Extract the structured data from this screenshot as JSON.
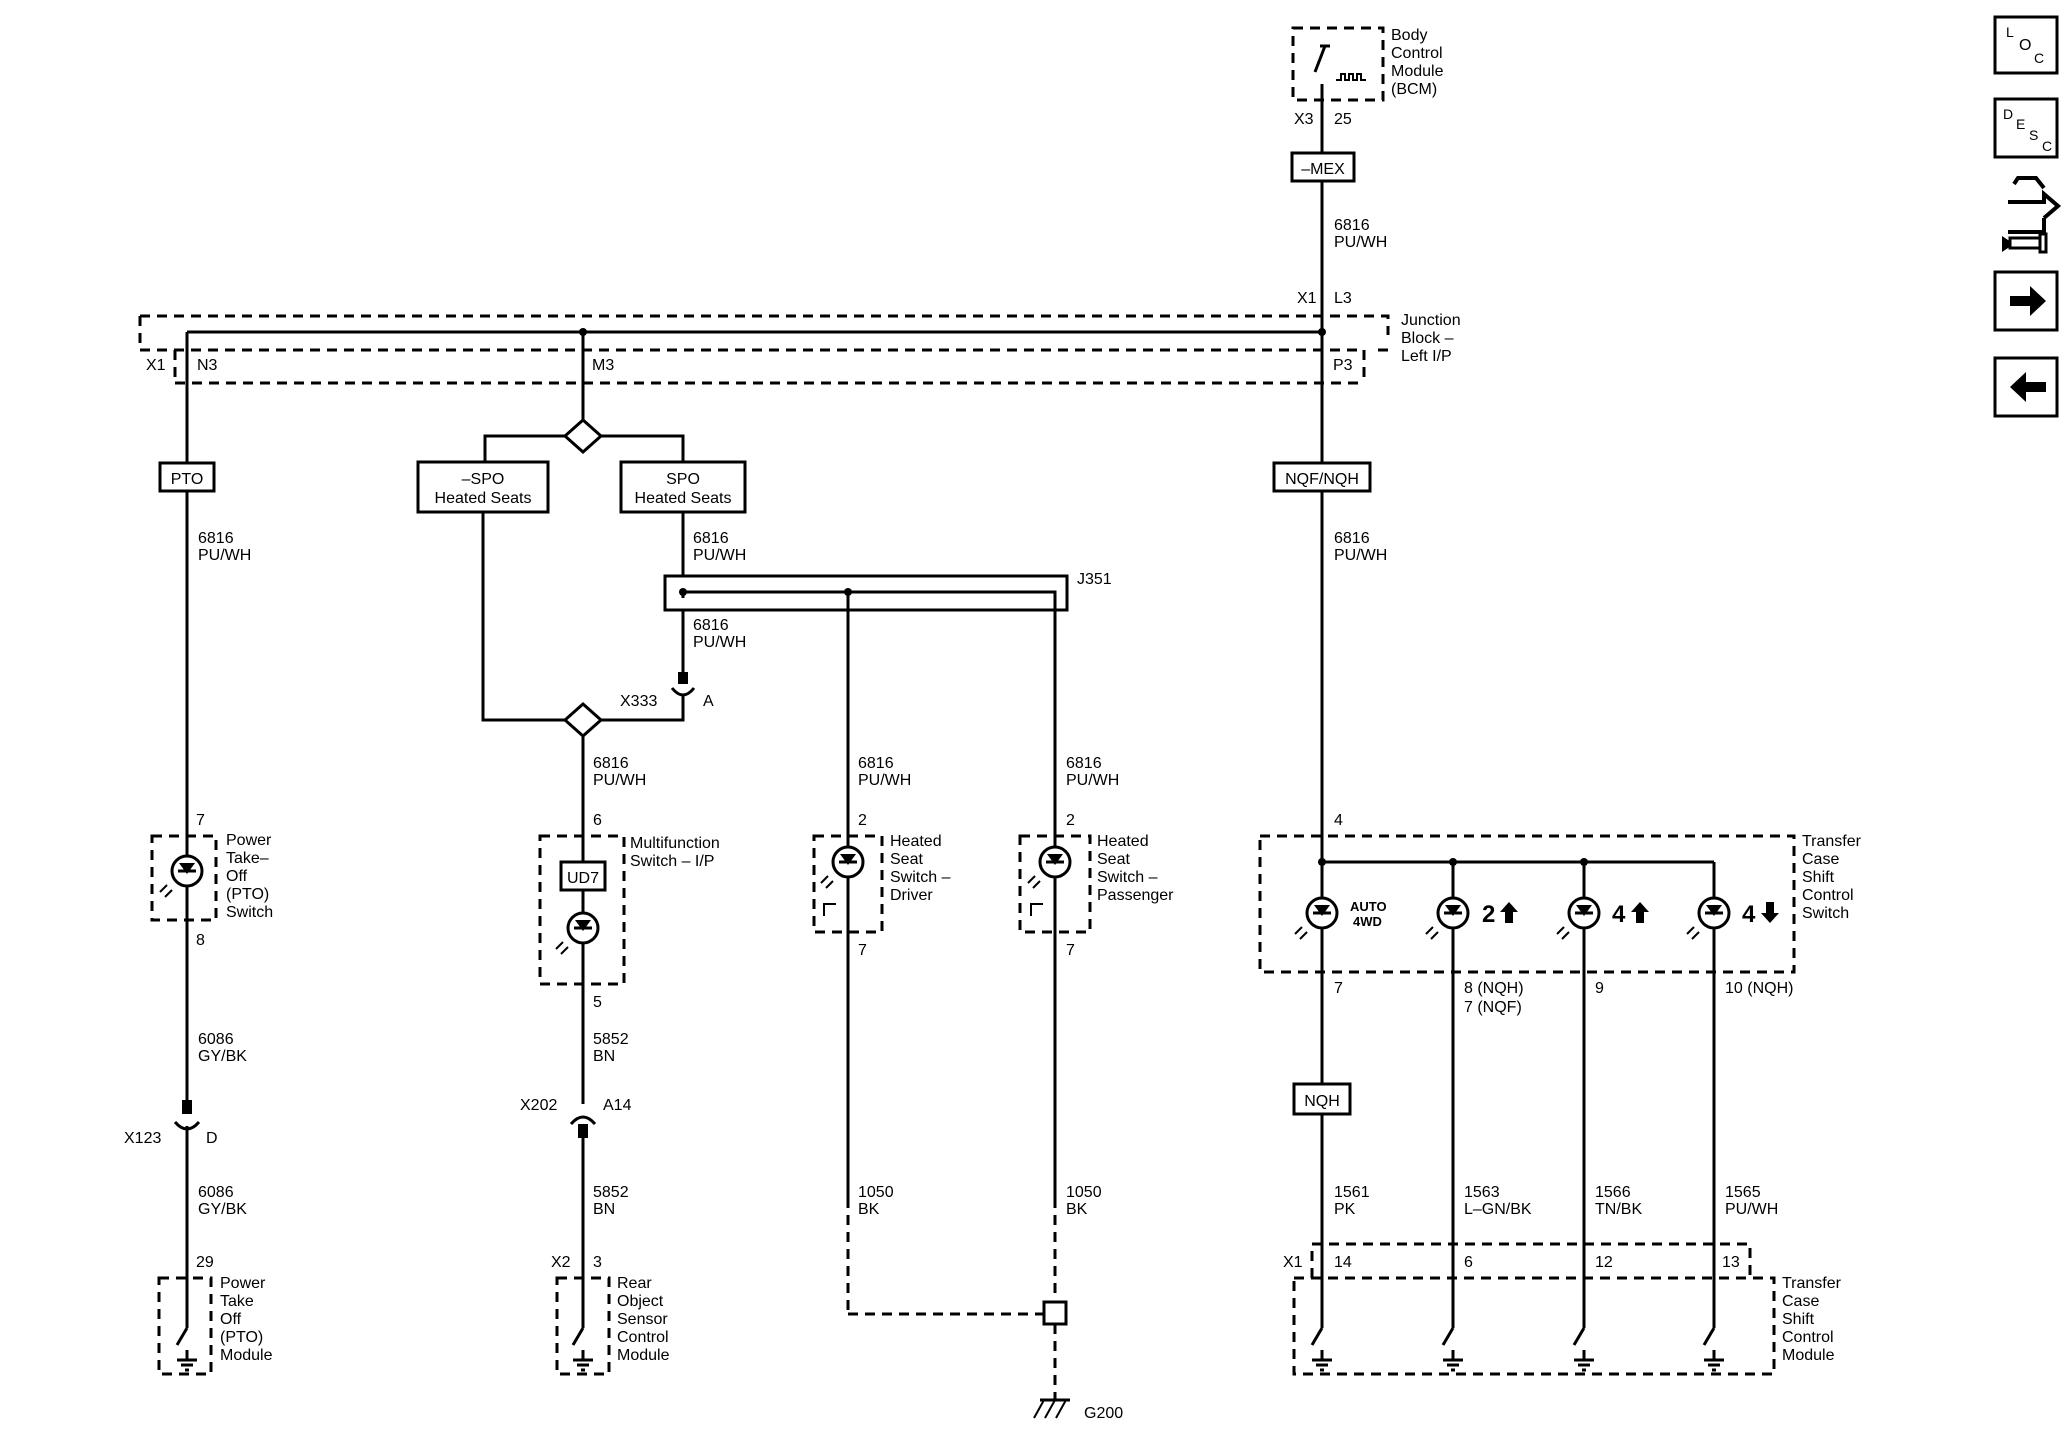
{
  "components": {
    "bcm": {
      "lines": [
        "Body",
        "Control",
        "Module",
        "(BCM)"
      ],
      "conn": "X3",
      "pin": "25"
    },
    "junction_block": {
      "lines": [
        "Junction",
        "Block –",
        "Left I/P"
      ],
      "conn_top": "X1",
      "pin_top": "L3",
      "conn_left": "X1",
      "pin_n3": "N3",
      "pin_m3": "M3",
      "pin_p3": "P3"
    },
    "pto_switch": {
      "lines": [
        "Power",
        "Take–",
        "Off",
        "(PTO)",
        "Switch"
      ],
      "pin_in": "7",
      "pin_out": "8"
    },
    "multifunction_switch": {
      "lines": [
        "Multifunction",
        "Switch – I/P"
      ],
      "pin_in": "6",
      "pin_out": "5",
      "option": "UD7"
    },
    "seat_switch_driver": {
      "lines": [
        "Heated",
        "Seat",
        "Switch –",
        "Driver"
      ],
      "pin_in": "2",
      "pin_out": "7"
    },
    "seat_switch_passenger": {
      "lines": [
        "Heated",
        "Seat",
        "Switch –",
        "Passenger"
      ],
      "pin_in": "2",
      "pin_out": "7"
    },
    "tcsc_switch": {
      "lines": [
        "Transfer",
        "Case",
        "Shift",
        "Control",
        "Switch"
      ],
      "pin_in": "4",
      "leds": [
        "AUTO",
        "4WD",
        "2",
        "4",
        "4"
      ],
      "pins_out": [
        "7",
        "8 (NQH)",
        "7 (NQF)",
        "9",
        "10 (NQH)"
      ]
    },
    "pto_module": {
      "lines": [
        "Power",
        "Take",
        "Off",
        "(PTO)",
        "Module"
      ],
      "pin": "29"
    },
    "rear_object_module": {
      "lines": [
        "Rear",
        "Object",
        "Sensor",
        "Control",
        "Module"
      ],
      "conn": "X2",
      "pin": "3"
    },
    "tccm": {
      "lines": [
        "Transfer",
        "Case",
        "Shift",
        "Control",
        "Module"
      ],
      "conn": "X1",
      "pins": [
        "14",
        "6",
        "12",
        "13"
      ]
    }
  },
  "option_boxes": {
    "mex": "–MEX",
    "pto": "PTO",
    "no_spo": [
      "–SPO",
      "Heated Seats"
    ],
    "spo": [
      "SPO",
      "Heated Seats"
    ],
    "nqf_nqh": "NQF/NQH",
    "nqh": "NQH"
  },
  "connectors": {
    "x333": "X333",
    "x333_pin": "A",
    "x123": "X123",
    "x123_pin": "D",
    "x202": "X202",
    "x202_pin": "A14",
    "splice": "J351",
    "ground": "G200"
  },
  "wires": {
    "bcm_out": [
      "6816",
      "PU/WH"
    ],
    "pto_out": [
      "6816",
      "PU/WH"
    ],
    "spo_out": [
      "6816",
      "PU/WH"
    ],
    "splice_x333": [
      "6816",
      "PU/WH"
    ],
    "mf_in": [
      "6816",
      "PU/WH"
    ],
    "driver_in": [
      "6816",
      "PU/WH"
    ],
    "pass_in": [
      "6816",
      "PU/WH"
    ],
    "nqf_out": [
      "6816",
      "PU/WH"
    ],
    "pto_sw_out": [
      "6086",
      "GY/BK"
    ],
    "pto_mod_in": [
      "6086",
      "GY/BK"
    ],
    "mf_out": [
      "5852",
      "BN"
    ],
    "ros_in": [
      "5852",
      "BN"
    ],
    "driver_gnd": [
      "1050",
      "BK"
    ],
    "pass_gnd": [
      "1050",
      "BK"
    ],
    "tc1": [
      "1561",
      "PK"
    ],
    "tc2": [
      "1563",
      "L–GN/BK"
    ],
    "tc3": [
      "1566",
      "TN/BK"
    ],
    "tc4": [
      "1565",
      "PU/WH"
    ]
  },
  "nav": [
    {
      "label": "LOC",
      "chars": [
        "L",
        "O",
        "C"
      ]
    },
    {
      "label": "DESC",
      "chars": [
        "D",
        "E",
        "S",
        "C"
      ]
    },
    {
      "label": "diagnostic"
    },
    {
      "label": "next"
    },
    {
      "label": "previous"
    }
  ]
}
